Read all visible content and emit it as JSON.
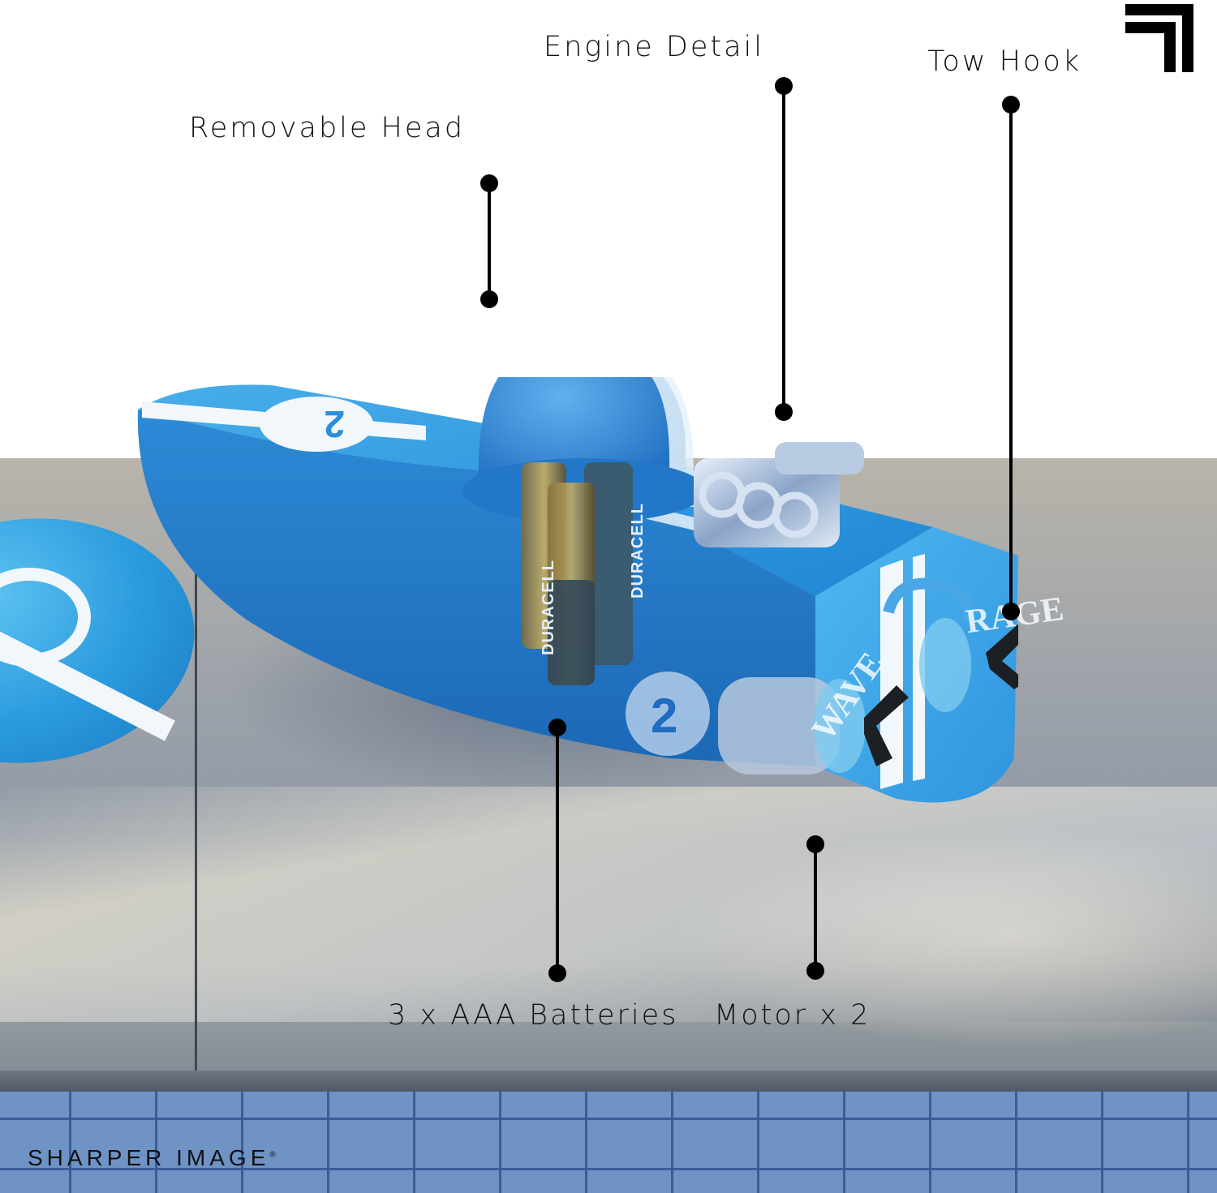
{
  "corner_logo": {
    "icon": "bracket-corner-logo"
  },
  "callouts": [
    {
      "id": "removable-head",
      "label": "Removable Head"
    },
    {
      "id": "engine-detail",
      "label": "Engine Detail"
    },
    {
      "id": "tow-hook",
      "label": "Tow Hook"
    },
    {
      "id": "batteries",
      "label": "3 x AAA Batteries"
    },
    {
      "id": "motor",
      "label": "Motor x 2"
    }
  ],
  "boat": {
    "number": "2",
    "name_left": "WAVE",
    "name_right": "RAGE",
    "battery_brand": "DURACELL",
    "hull_color": "#2a8fdc",
    "stripe_color": "#f2f7fb"
  },
  "brand": {
    "name": "SHARPER IMAGE",
    "mark": "®"
  },
  "colors": {
    "pool_tile": "#6f93c4",
    "concrete": "#a9aaa6",
    "callout": "#000000"
  }
}
